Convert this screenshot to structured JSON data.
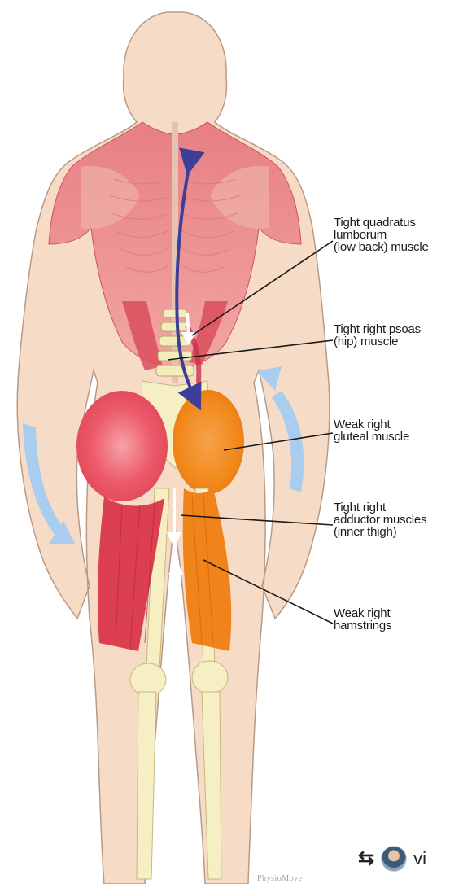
{
  "labels": {
    "quadratus": [
      "Tight quadratus",
      "lumborum",
      "(low back) muscle"
    ],
    "psoas": [
      "Tight right psoas",
      "(hip) muscle"
    ],
    "gluteal": [
      "Weak right",
      "gluteal muscle"
    ],
    "adductor": [
      "Tight right",
      "adductor muscles",
      "(inner thigh)"
    ],
    "hamstrings": [
      "Weak right",
      "hamstrings"
    ]
  },
  "footer": {
    "repost_icon": "repost-icon",
    "username": "vi",
    "watermark": "PhysioMove"
  },
  "colors": {
    "skin": "#f6dcc6",
    "skin_outline": "#b89a86",
    "bone": "#f6efc4",
    "tight_muscle": "#e0606e",
    "weak_muscle": "#f28a1e",
    "blue_arrow": "#a9cdee",
    "spine_arrow": "#3b3f9a"
  }
}
